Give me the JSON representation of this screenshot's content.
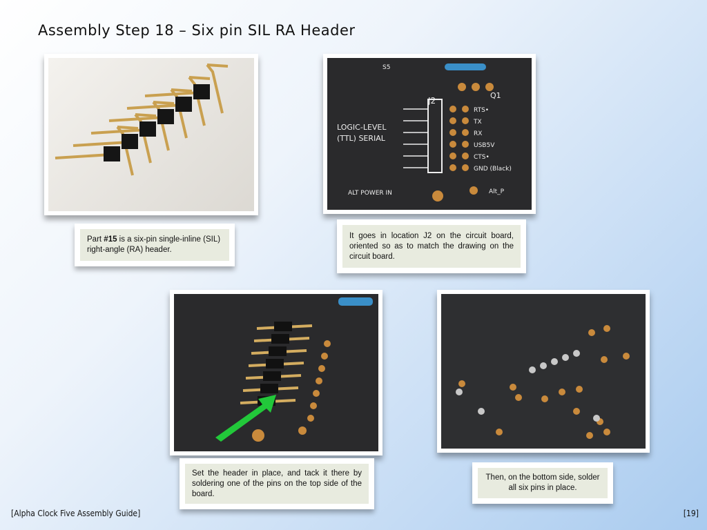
{
  "title": "Assembly Step 18 – Six pin SIL RA Header",
  "captions": {
    "c1_pre": "Part ",
    "c1_bold": "#15",
    "c1_post": " is a six-pin single-inline (SIL) right-angle (RA) header.",
    "c2": "It goes in location J2 on the circuit board, oriented so as to match the drawing on the circuit board.",
    "c3": "Set the header in place, and tack it there by soldering one of the pins on the top side of the board.",
    "c4": "Then, on the bottom side, solder all six pins in place."
  },
  "pcb_labels": {
    "j2": "J2",
    "q1": "Q1",
    "s5": "S5",
    "logic": "LOGIC-LEVEL",
    "ttl": "(TTL) SERIAL",
    "pins": [
      "RTS•",
      "TX",
      "RX",
      "USB5V",
      "CTS•",
      "GND (Black)"
    ],
    "alt": "ALT POWER IN",
    "altp": "Alt_P"
  },
  "footer": {
    "left": "[Alpha Clock Five Assembly Guide]",
    "right": "[19]"
  },
  "colors": {
    "arrow": "#22c83a",
    "pcb": "#2a2a2c",
    "pad": "#c98a3c"
  }
}
